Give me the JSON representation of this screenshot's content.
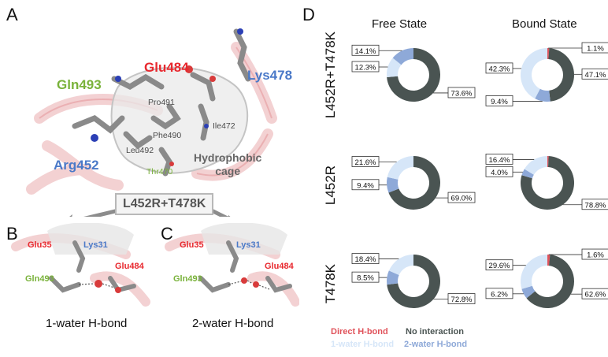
{
  "panel_letters": {
    "a": "A",
    "b": "B",
    "c": "C",
    "d": "D"
  },
  "panelA": {
    "residues": {
      "glu484": "Glu484",
      "gln493": "Gln493",
      "lys478": "Lys478",
      "arg452": "Arg452"
    },
    "small_labels": {
      "pro491": "Pro491",
      "ile472": "Ile472",
      "leu492": "Leu492",
      "phe490": "Phe490",
      "thr470": "Thr470"
    },
    "cage_line1": "Hydrophobic",
    "cage_line2": "cage"
  },
  "mutation_box": "L452R+T478K",
  "panelB": {
    "glu35": "Glu35",
    "lys31": "Lys31",
    "gln493": "Gln493",
    "glu484": "Glu484",
    "caption": "1-water H-bond"
  },
  "panelC": {
    "glu35": "Glu35",
    "lys31": "Lys31",
    "gln493": "Gln493",
    "glu484": "Glu484",
    "caption": "2-water H-bond"
  },
  "panelD": {
    "col_titles": [
      "Free State",
      "Bound State"
    ],
    "row_titles": [
      "L452R+T478K",
      "L452R",
      "T478K"
    ],
    "legend": [
      {
        "label": "Direct H-bond",
        "color": "#e0525a"
      },
      {
        "label": "No interaction",
        "color": "#4a5452"
      },
      {
        "label": "1-water H-bond",
        "color": "#d6e6f8"
      },
      {
        "label": "2-water H-bond",
        "color": "#8ea9d8"
      }
    ]
  },
  "chart_data": [
    {
      "type": "pie",
      "title": "",
      "row": "L452R+T478K",
      "state": "Free State",
      "labels": [
        "No interaction",
        "1-water H-bond",
        "2-water H-bond"
      ],
      "values": [
        73.6,
        12.3,
        14.1
      ],
      "value_labels": [
        "73.6%",
        "12.3%",
        "14.1%"
      ]
    },
    {
      "type": "pie",
      "title": "",
      "row": "L452R+T478K",
      "state": "Bound State",
      "labels": [
        "Direct H-bond",
        "No interaction",
        "2-water H-bond",
        "1-water H-bond"
      ],
      "values": [
        1.1,
        47.1,
        9.4,
        42.3
      ],
      "value_labels": [
        "1.1%",
        "47.1%",
        "9.4%",
        "42.3%"
      ]
    },
    {
      "type": "pie",
      "title": "",
      "row": "L452R",
      "state": "Free State",
      "labels": [
        "No interaction",
        "2-water H-bond",
        "1-water H-bond"
      ],
      "values": [
        69.0,
        9.4,
        21.6
      ],
      "value_labels": [
        "69.0%",
        "9.4%",
        "21.6%"
      ]
    },
    {
      "type": "pie",
      "title": "",
      "row": "L452R",
      "state": "Bound State",
      "labels": [
        "Direct H-bond",
        "No interaction",
        "2-water H-bond",
        "1-water H-bond"
      ],
      "values": [
        0.8,
        78.8,
        4.0,
        16.4
      ],
      "value_labels": [
        "",
        "78.8%",
        "4.0%",
        "16.4%"
      ]
    },
    {
      "type": "pie",
      "title": "",
      "row": "T478K",
      "state": "Free State",
      "labels": [
        "No interaction",
        "2-water H-bond",
        "1-water H-bond"
      ],
      "values": [
        72.8,
        8.5,
        18.4
      ],
      "value_labels": [
        "72.8%",
        "8.5%",
        "18.4%"
      ]
    },
    {
      "type": "pie",
      "title": "",
      "row": "T478K",
      "state": "Bound State",
      "labels": [
        "Direct H-bond",
        "No interaction",
        "2-water H-bond",
        "1-water H-bond"
      ],
      "values": [
        1.6,
        62.6,
        6.2,
        29.6
      ],
      "value_labels": [
        "1.6%",
        "62.6%",
        "6.2%",
        "29.6%"
      ]
    }
  ]
}
